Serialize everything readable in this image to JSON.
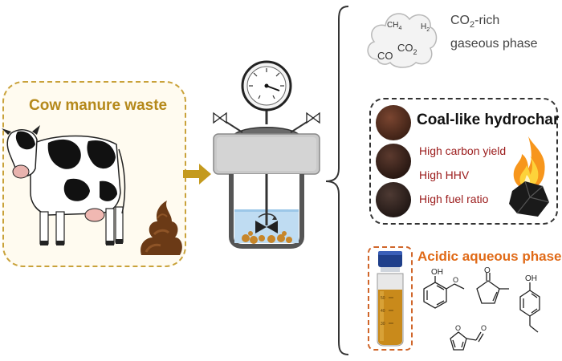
{
  "input": {
    "title": "Cow manure waste"
  },
  "gas_phase": {
    "molecules": [
      "CH4",
      "H2",
      "CO",
      "CO2"
    ],
    "label_line1_prefix": "CO",
    "label_line1_sub": "2",
    "label_line1_suffix": "-rich",
    "label_line2": "gaseous phase"
  },
  "hydrochar": {
    "title": "Coal-like hydrochar",
    "properties": [
      "High carbon yield",
      "High HHV",
      "High fuel ratio"
    ]
  },
  "aqueous_phase": {
    "title": "Acidic aqueous phase",
    "vial_marks": [
      "50",
      "40",
      "30"
    ]
  },
  "colors": {
    "manure_border": "#c9a23a",
    "manure_title": "#b5891b",
    "arrow": "#c49a1e",
    "property_text": "#9b1b1b",
    "aqueous_title": "#e06a17"
  }
}
